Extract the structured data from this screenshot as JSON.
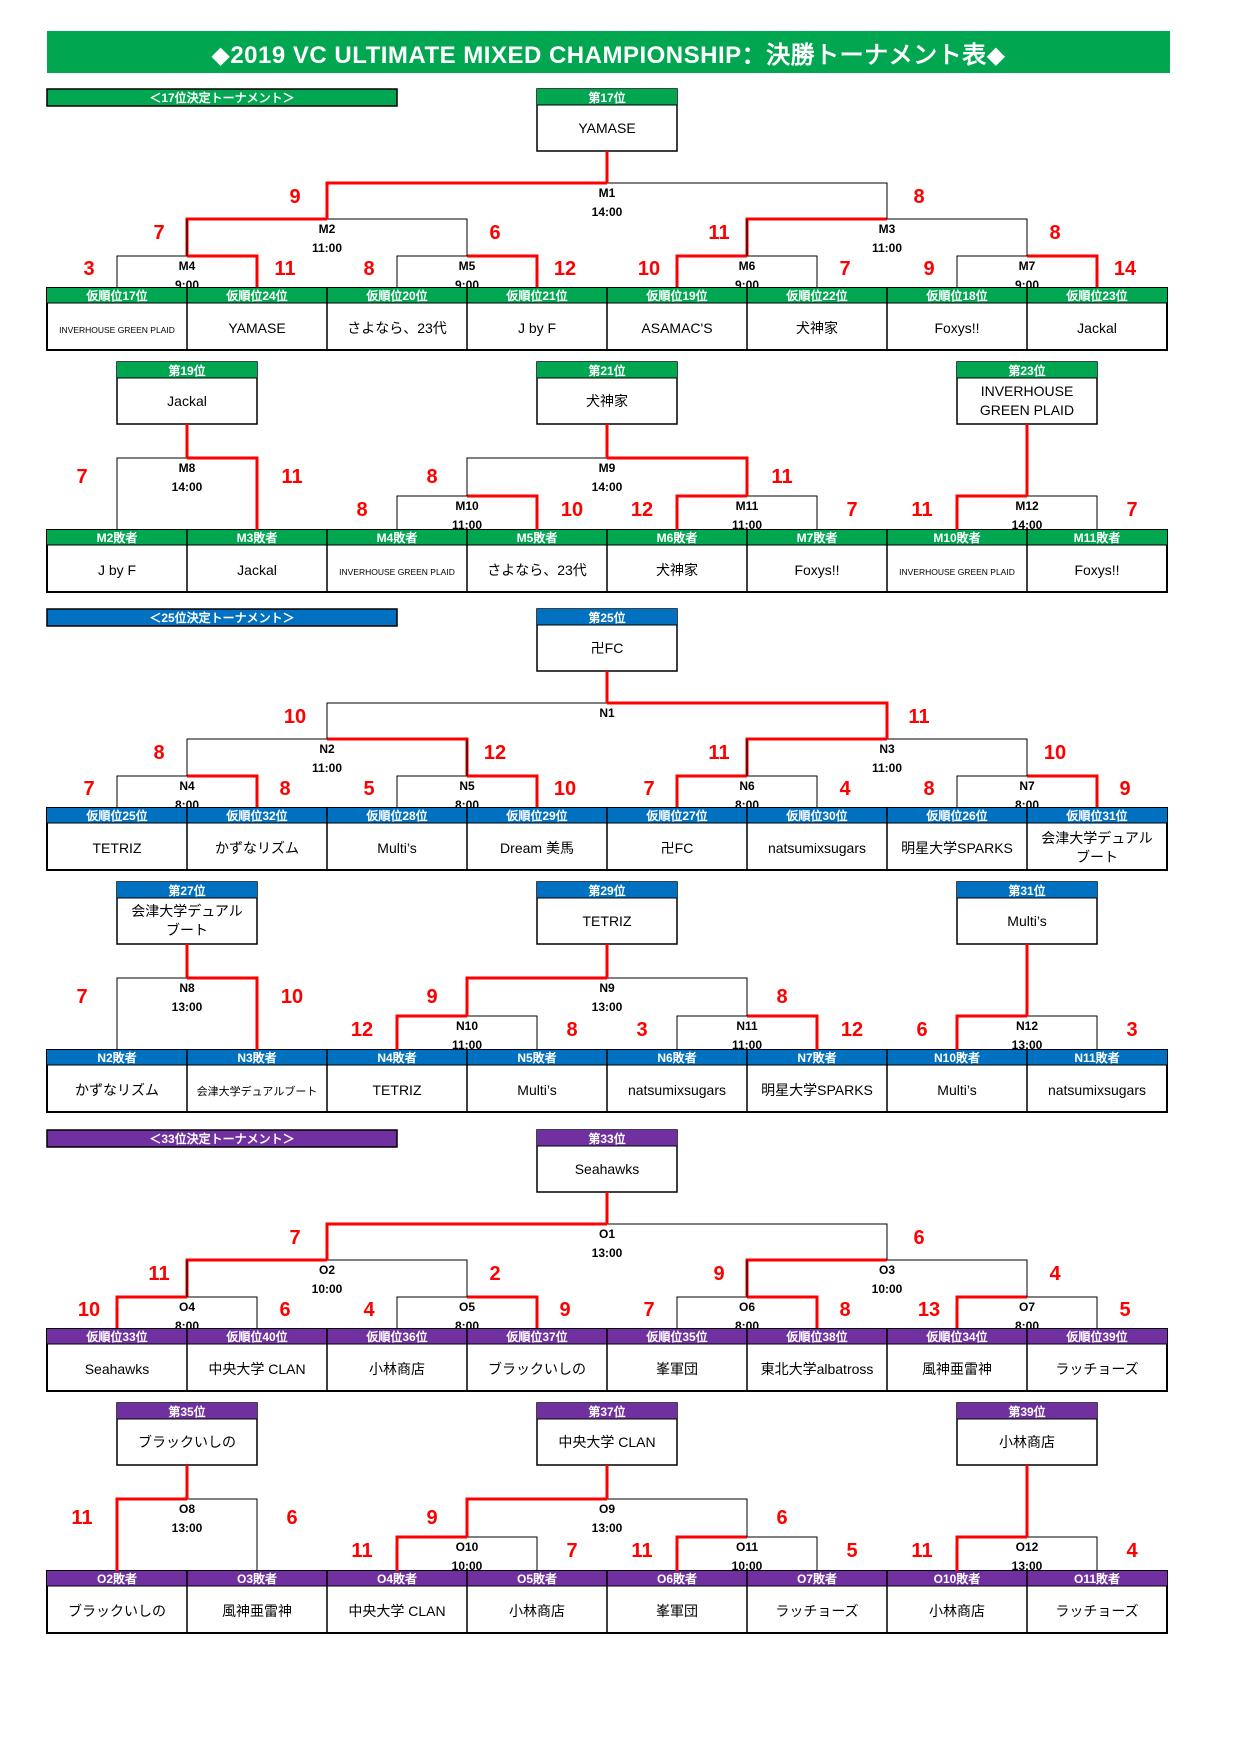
{
  "title": "◆2019 VC ULTIMATE MIXED CHAMPIONSHIP：決勝トーナメント表◆",
  "colors": {
    "green": "#00a650",
    "blue": "#0070c0",
    "purple": "#7030a0",
    "bracket_line": "#ff0000",
    "score_text": "#ff0000"
  },
  "sections": [
    {
      "label": "＜17位決定トーナメント＞",
      "color": "green",
      "main": {
        "final": {
          "label": "第17位",
          "team": [
            "YAMASE"
          ]
        },
        "m1": {
          "name": "M1",
          "time": "14:00",
          "left_score": "9",
          "right_score": "8",
          "winner": "L"
        },
        "m2": {
          "name": "M2",
          "time": "11:00",
          "left_score": "7",
          "right_score": "6",
          "winner": "L"
        },
        "m3": {
          "name": "M3",
          "time": "11:00",
          "left_score": "11",
          "right_score": "8",
          "winner": "L"
        },
        "m4": {
          "name": "M4",
          "time": "9:00",
          "left_score": "3",
          "right_score": "11",
          "winner": "R"
        },
        "m5": {
          "name": "M5",
          "time": "9:00",
          "left_score": "8",
          "right_score": "12",
          "winner": "R"
        },
        "m6": {
          "name": "M6",
          "time": "9:00",
          "left_score": "10",
          "right_score": "7",
          "winner": "L"
        },
        "m7": {
          "name": "M7",
          "time": "9:00",
          "left_score": "9",
          "right_score": "14",
          "winner": "R"
        },
        "seeds": [
          {
            "label": "仮順位17位",
            "team": "INVERHOUSE GREEN PLAID",
            "small": true
          },
          {
            "label": "仮順位24位",
            "team": "YAMASE"
          },
          {
            "label": "仮順位20位",
            "team": "さよなら、23代"
          },
          {
            "label": "仮順位21位",
            "team": "J by F"
          },
          {
            "label": "仮順位19位",
            "team": "ASAMAC'S"
          },
          {
            "label": "仮順位22位",
            "team": "犬神家"
          },
          {
            "label": "仮順位18位",
            "team": "Foxys!!"
          },
          {
            "label": "仮順位23位",
            "team": "Jackal"
          }
        ]
      },
      "sub": {
        "a": {
          "place": "第19位",
          "team": [
            "Jackal"
          ],
          "name": "M8",
          "time": "14:00",
          "left_score": "7",
          "right_score": "11",
          "winner": "R"
        },
        "b": {
          "place": "第21位",
          "team": [
            "犬神家"
          ],
          "top": {
            "name": "M9",
            "time": "14:00",
            "left_score": "8",
            "right_score": "11",
            "winner": "R"
          },
          "left": {
            "name": "M10",
            "time": "11:00",
            "left_score": "8",
            "right_score": "10",
            "winner": "R"
          },
          "right": {
            "name": "M11",
            "time": "11:00",
            "left_score": "12",
            "right_score": "7",
            "winner": "L"
          }
        },
        "c": {
          "place": "第23位",
          "team": [
            "INVERHOUSE",
            "GREEN PLAID"
          ],
          "top": {
            "name": "M12",
            "time": "14:00",
            "left_score": "11",
            "right_score": "7",
            "winner": "L"
          }
        },
        "seeds": [
          {
            "label": "M2敗者",
            "team": "J by F"
          },
          {
            "label": "M3敗者",
            "team": "Jackal"
          },
          {
            "label": "M4敗者",
            "team": "INVERHOUSE GREEN PLAID",
            "small": true
          },
          {
            "label": "M5敗者",
            "team": "さよなら、23代"
          },
          {
            "label": "M6敗者",
            "team": "犬神家"
          },
          {
            "label": "M7敗者",
            "team": "Foxys!!"
          },
          {
            "label": "M10敗者",
            "team": "INVERHOUSE GREEN PLAID",
            "small": true
          },
          {
            "label": "M11敗者",
            "team": "Foxys!!"
          }
        ]
      }
    },
    {
      "label": "＜25位決定トーナメント＞",
      "color": "blue",
      "main": {
        "final": {
          "label": "第25位",
          "team": [
            "卍FC"
          ]
        },
        "m1": {
          "name": "N1",
          "time": "",
          "left_score": "10",
          "right_score": "11",
          "winner": "R"
        },
        "m2": {
          "name": "N2",
          "time": "11:00",
          "left_score": "8",
          "right_score": "12",
          "winner": "R"
        },
        "m3": {
          "name": "N3",
          "time": "11:00",
          "left_score": "11",
          "right_score": "10",
          "winner": "L"
        },
        "m4": {
          "name": "N4",
          "time": "8:00",
          "left_score": "7",
          "right_score": "8",
          "winner": "R"
        },
        "m5": {
          "name": "N5",
          "time": "8:00",
          "left_score": "5",
          "right_score": "10",
          "winner": "R"
        },
        "m6": {
          "name": "N6",
          "time": "8:00",
          "left_score": "7",
          "right_score": "4",
          "winner": "L"
        },
        "m7": {
          "name": "N7",
          "time": "8:00",
          "left_score": "8",
          "right_score": "9",
          "winner": "R"
        },
        "seeds": [
          {
            "label": "仮順位25位",
            "team": "TETRIZ"
          },
          {
            "label": "仮順位32位",
            "team": "かずなリズム"
          },
          {
            "label": "仮順位28位",
            "team": "Multi’s"
          },
          {
            "label": "仮順位29位",
            "team": "Dream 美馬"
          },
          {
            "label": "仮順位27位",
            "team": "卍FC"
          },
          {
            "label": "仮順位30位",
            "team": "natsumixsugars"
          },
          {
            "label": "仮順位26位",
            "team": "明星大学SPARKS"
          },
          {
            "label": "仮順位31位",
            "team": "会津大学デュアル\nブート",
            "two": true
          }
        ]
      },
      "sub": {
        "a": {
          "place": "第27位",
          "team": [
            "会津大学デュアル",
            "ブート"
          ],
          "name": "N8",
          "time": "13:00",
          "left_score": "7",
          "right_score": "10",
          "winner": "R"
        },
        "b": {
          "place": "第29位",
          "team": [
            "TETRIZ"
          ],
          "top": {
            "name": "N9",
            "time": "13:00",
            "left_score": "9",
            "right_score": "8",
            "winner": "L"
          },
          "left": {
            "name": "N10",
            "time": "11:00",
            "left_score": "12",
            "right_score": "8",
            "winner": "L"
          },
          "right": {
            "name": "N11",
            "time": "11:00",
            "left_score": "3",
            "right_score": "12",
            "winner": "R"
          }
        },
        "c": {
          "place": "第31位",
          "team": [
            "Multi’s"
          ],
          "top": {
            "name": "N12",
            "time": "13:00",
            "left_score": "6",
            "right_score": "3",
            "winner": "L"
          }
        },
        "seeds": [
          {
            "label": "N2敗者",
            "team": "かずなリズム"
          },
          {
            "label": "N3敗者",
            "team": "会津大学デュアルブート",
            "mid": true
          },
          {
            "label": "N4敗者",
            "team": "TETRIZ"
          },
          {
            "label": "N5敗者",
            "team": "Multi’s"
          },
          {
            "label": "N6敗者",
            "team": "natsumixsugars"
          },
          {
            "label": "N7敗者",
            "team": "明星大学SPARKS"
          },
          {
            "label": "N10敗者",
            "team": "Multi’s"
          },
          {
            "label": "N11敗者",
            "team": "natsumixsugars"
          }
        ]
      }
    },
    {
      "label": "＜33位決定トーナメント＞",
      "color": "purple",
      "main": {
        "final": {
          "label": "第33位",
          "team": [
            "Seahawks"
          ]
        },
        "m1": {
          "name": "O1",
          "time": "13:00",
          "left_score": "7",
          "right_score": "6",
          "winner": "L"
        },
        "m2": {
          "name": "O2",
          "time": "10:00",
          "left_score": "11",
          "right_score": "2",
          "winner": "L"
        },
        "m3": {
          "name": "O3",
          "time": "10:00",
          "left_score": "9",
          "right_score": "4",
          "winner": "L"
        },
        "m4": {
          "name": "O4",
          "time": "8:00",
          "left_score": "10",
          "right_score": "6",
          "winner": "L"
        },
        "m5": {
          "name": "O5",
          "time": "8:00",
          "left_score": "4",
          "right_score": "9",
          "winner": "R"
        },
        "m6": {
          "name": "O6",
          "time": "8:00",
          "left_score": "7",
          "right_score": "8",
          "winner": "R"
        },
        "m7": {
          "name": "O7",
          "time": "8:00",
          "left_score": "13",
          "right_score": "5",
          "winner": "L"
        },
        "seeds": [
          {
            "label": "仮順位33位",
            "team": "Seahawks"
          },
          {
            "label": "仮順位40位",
            "team": "中央大学 CLAN"
          },
          {
            "label": "仮順位36位",
            "team": "小林商店"
          },
          {
            "label": "仮順位37位",
            "team": "ブラックいしの"
          },
          {
            "label": "仮順位35位",
            "team": "峯軍団"
          },
          {
            "label": "仮順位38位",
            "team": "東北大学albatross"
          },
          {
            "label": "仮順位34位",
            "team": "風神亜雷神"
          },
          {
            "label": "仮順位39位",
            "team": "ラッチョーズ"
          }
        ]
      },
      "sub": {
        "a": {
          "place": "第35位",
          "team": [
            "ブラックいしの"
          ],
          "name": "O8",
          "time": "13:00",
          "left_score": "11",
          "right_score": "6",
          "winner": "L"
        },
        "b": {
          "place": "第37位",
          "team": [
            "中央大学 CLAN"
          ],
          "top": {
            "name": "O9",
            "time": "13:00",
            "left_score": "9",
            "right_score": "6",
            "winner": "L"
          },
          "left": {
            "name": "O10",
            "time": "10:00",
            "left_score": "11",
            "right_score": "7",
            "winner": "L"
          },
          "right": {
            "name": "O11",
            "time": "10:00",
            "left_score": "11",
            "right_score": "5",
            "winner": "L"
          }
        },
        "c": {
          "place": "第39位",
          "team": [
            "小林商店"
          ],
          "top": {
            "name": "O12",
            "time": "13:00",
            "left_score": "11",
            "right_score": "4",
            "winner": "L"
          }
        },
        "seeds": [
          {
            "label": "O2敗者",
            "team": "ブラックいしの"
          },
          {
            "label": "O3敗者",
            "team": "風神亜雷神"
          },
          {
            "label": "O4敗者",
            "team": "中央大学 CLAN"
          },
          {
            "label": "O5敗者",
            "team": "小林商店"
          },
          {
            "label": "O6敗者",
            "team": "峯軍団"
          },
          {
            "label": "O7敗者",
            "team": "ラッチョーズ"
          },
          {
            "label": "O10敗者",
            "team": "小林商店"
          },
          {
            "label": "O11敗者",
            "team": "ラッチョーズ"
          }
        ]
      }
    }
  ]
}
